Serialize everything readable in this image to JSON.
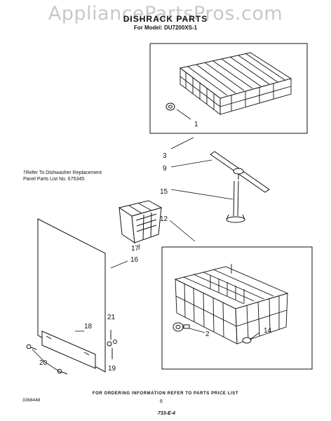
{
  "watermark": "AppliancePartsPros.com",
  "header": {
    "title": "DISHRACK PARTS",
    "model_line": "For Model: DU7200XS-1"
  },
  "note": {
    "line1": "†Refer To Dishwasher Replacement",
    "line2": "Panel Parts List No. 675345."
  },
  "callouts": {
    "c1": "1",
    "c2": "2",
    "c3": "3",
    "c9": "9",
    "c12": "12",
    "c14": "14",
    "c15": "15",
    "c16": "16",
    "c17": "17",
    "c18": "18",
    "c19": "19",
    "c20": "20",
    "c21": "21"
  },
  "footer": {
    "ordering": "FOR ORDERING INFORMATION REFER TO PARTS PRICE LIST",
    "doc_number": "3368448",
    "page_number": "6",
    "code": "733-E-4"
  }
}
